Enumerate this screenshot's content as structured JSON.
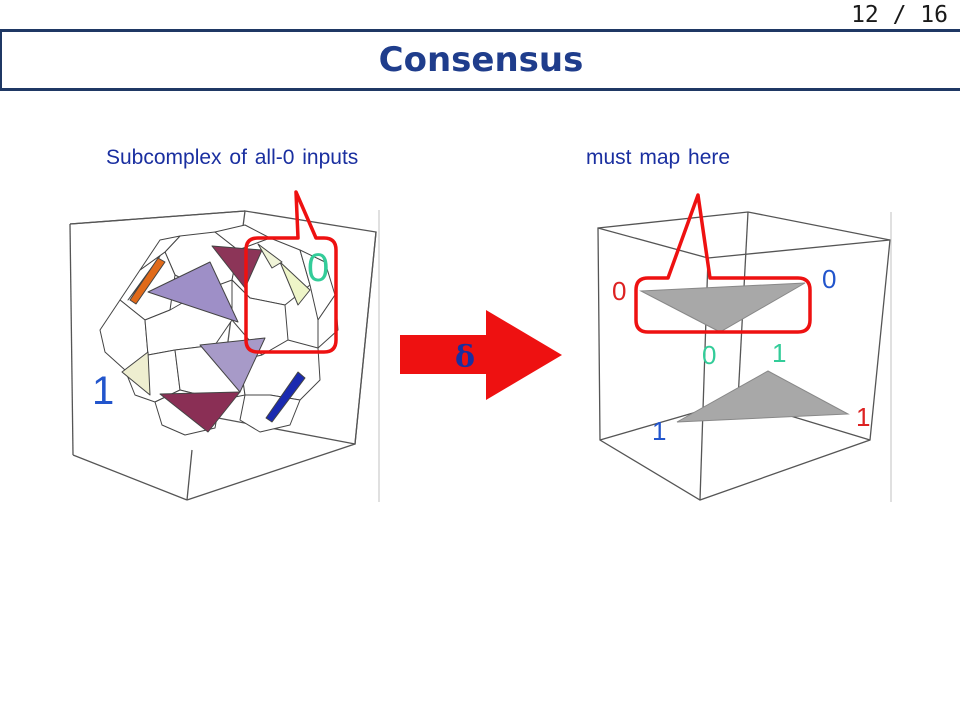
{
  "slide": {
    "page_counter": "12 / 16",
    "title": "Consensus"
  },
  "left_panel": {
    "caption": "Subcomplex of all-0 inputs",
    "label_zero": "0",
    "label_one": "1"
  },
  "arrow": {
    "label": "δ",
    "color": "#ee1111"
  },
  "right_panel": {
    "caption": "must map here",
    "top_left_label": "0",
    "top_right_label": "0",
    "top_mid_label": "0",
    "bottom_top_label": "1",
    "bottom_left_label": "1",
    "bottom_right_label": "1"
  },
  "colors": {
    "title_border": "#1f3864",
    "title_text": "#1f3d8c",
    "caption_text": "#1a2fa0",
    "highlight": "#ee1111",
    "label_green": "#33cc99",
    "label_blue": "#2255cc",
    "label_red": "#dd2222",
    "triangle_gray": "#a8a8a8"
  }
}
